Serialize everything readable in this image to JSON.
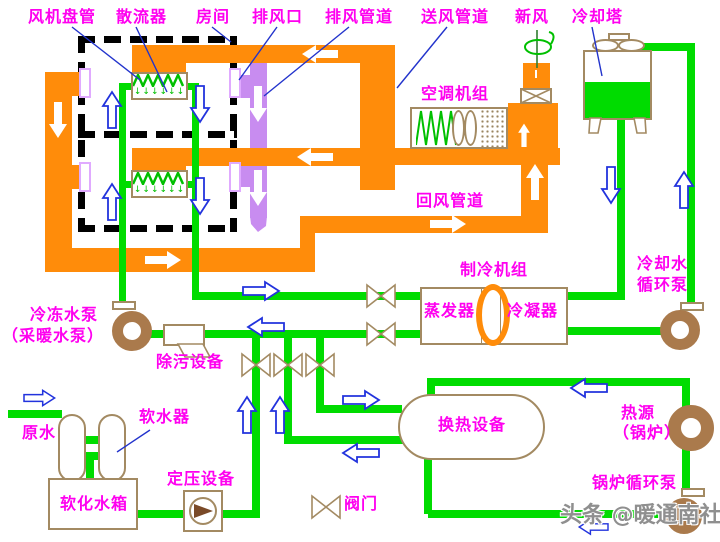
{
  "colors": {
    "duct_orange": "#FF8C0A",
    "pipe_green": "#00DC00",
    "exhaust_purple": "#C88CF0",
    "label_magenta": "#FF00F0",
    "outline_tan": "#A38A62",
    "pump_brown": "#AA7A4C",
    "arrow_blue": "#2233DD",
    "wall_black": "#000000"
  },
  "labels": {
    "fan_coil": "风机盘管",
    "diffuser": "散流器",
    "room": "房间",
    "exhaust_outlet": "排风口",
    "exhaust_duct": "排风管道",
    "supply_duct": "送风管道",
    "fresh_air": "新风",
    "cooling_tower": "冷却塔",
    "ahu": "空调机组",
    "return_duct": "回风管道",
    "chiller_unit": "制冷机组",
    "evaporator": "蒸发器",
    "condenser": "冷凝器",
    "cooling_water_pump_l1": "冷却水",
    "cooling_water_pump_l2": "循环泵",
    "chilled_pump_l1": "冷冻水泵",
    "chilled_pump_l2": "（采暖水泵）",
    "dirt_separator": "除污设备",
    "water_softener": "软水器",
    "raw_water": "原水",
    "soft_water_tank": "软化水箱",
    "pressure_device": "定压设备",
    "valve_legend": "阀门",
    "heat_exchanger": "换热设备",
    "heat_source_l1": "热源",
    "heat_source_l2": "（锅炉）",
    "boiler_pump": "锅炉循环泵"
  },
  "watermark": {
    "text": "头条 @暖通南社"
  }
}
